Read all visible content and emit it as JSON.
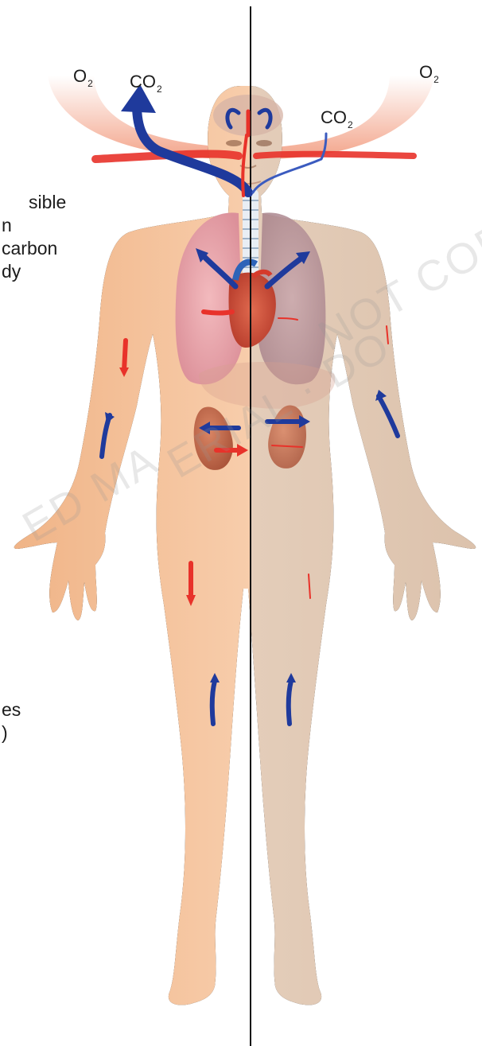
{
  "labels": {
    "o2_left": {
      "base": "O",
      "sub": "2"
    },
    "co2_left": {
      "base": "CO",
      "sub": "2"
    },
    "co2_right": {
      "base": "CO",
      "sub": "2"
    },
    "o2_right": {
      "base": "O",
      "sub": "2"
    }
  },
  "side_text": {
    "line1": "sible",
    "line2": "n",
    "line3": "carbon",
    "line4": "dy",
    "line5": "es",
    "line6": ")"
  },
  "watermark": {
    "left": "ED MA",
    "center": "ERIAL · DO",
    "right": "NOT COPY C"
  },
  "colors": {
    "oxygen_red": "#e8322a",
    "carbon_dioxide_blue": "#1f3a9c",
    "skin_left": "#f4c39c",
    "skin_right": "#e8d3c0",
    "divider": "#111111"
  }
}
